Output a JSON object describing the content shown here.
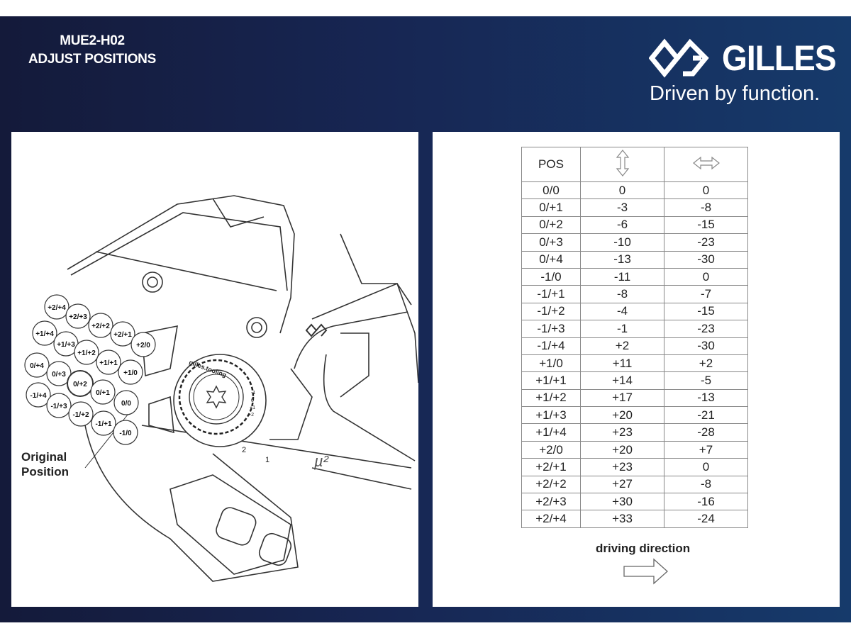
{
  "header": {
    "title_line1": "MUE2-H02",
    "title_line2": "ADJUST POSITIONS"
  },
  "brand": {
    "name": "GILLES",
    "tagline": "Driven by function.",
    "logo_icon": "gilles-gg-logo"
  },
  "colors": {
    "bg_dark": "#141a3a",
    "bg_light": "#163a6b",
    "panel": "#ffffff",
    "line": "#333333"
  },
  "drawing": {
    "original_position_label_line1": "Original",
    "original_position_label_line2": "Position",
    "knob_text": "gilles.tooling",
    "knob_scale": [
      "-1",
      "0",
      "+1",
      "+2"
    ],
    "scale_marks": [
      "2",
      "1"
    ],
    "mu_label": "µ²",
    "positions": [
      "+2/+4",
      "+2/+3",
      "+2/+2",
      "+1/+4",
      "+2/+1",
      "+1/+3",
      "+2/0",
      "+1/+2",
      "+1/+1",
      "0/+4",
      "0/+3",
      "+1/0",
      "0/+2",
      "0/+1",
      "-1/+4",
      "-1/+3",
      "0/0",
      "-1/+2",
      "-1/+1",
      "-1/0"
    ]
  },
  "table": {
    "headers": {
      "pos": "POS",
      "vertical_icon": "vertical-arrow-icon",
      "horizontal_icon": "horizontal-arrow-icon"
    },
    "rows": [
      [
        "0/0",
        "0",
        "0"
      ],
      [
        "0/+1",
        "-3",
        "-8"
      ],
      [
        "0/+2",
        "-6",
        "-15"
      ],
      [
        "0/+3",
        "-10",
        "-23"
      ],
      [
        "0/+4",
        "-13",
        "-30"
      ],
      [
        "-1/0",
        "-11",
        "0"
      ],
      [
        "-1/+1",
        "-8",
        "-7"
      ],
      [
        "-1/+2",
        "-4",
        "-15"
      ],
      [
        "-1/+3",
        "-1",
        "-23"
      ],
      [
        "-1/+4",
        "+2",
        "-30"
      ],
      [
        "+1/0",
        "+11",
        "+2"
      ],
      [
        "+1/+1",
        "+14",
        "-5"
      ],
      [
        "+1/+2",
        "+17",
        "-13"
      ],
      [
        "+1/+3",
        "+20",
        "-21"
      ],
      [
        "+1/+4",
        "+23",
        "-28"
      ],
      [
        "+2/0",
        "+20",
        "+7"
      ],
      [
        "+2/+1",
        "+23",
        "0"
      ],
      [
        "+2/+2",
        "+27",
        "-8"
      ],
      [
        "+2/+3",
        "+30",
        "-16"
      ],
      [
        "+2/+4",
        "+33",
        "-24"
      ]
    ]
  },
  "legend": {
    "driving_direction": "driving direction"
  }
}
